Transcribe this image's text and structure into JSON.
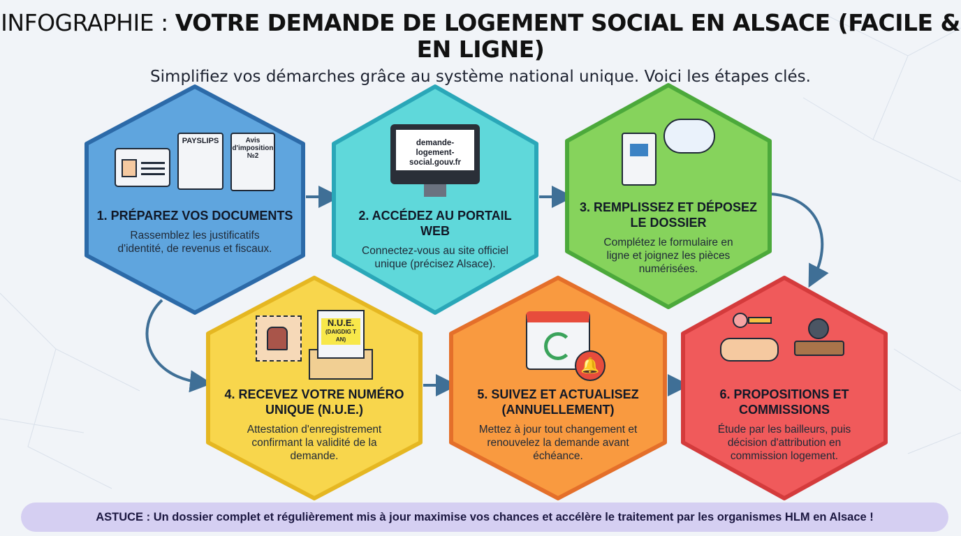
{
  "header": {
    "title_prefix": "INFOGRAPHIE : ",
    "title_bold": "VOTRE DEMANDE DE LOGEMENT SOCIAL EN ALSACE (FACILE & EN LIGNE)",
    "subtitle": "Simplifiez vos démarches grâce au système national unique. Voici les étapes clés."
  },
  "steps": [
    {
      "title": "1. PRÉPAREZ VOS DOCUMENTS",
      "desc": "Rassemblez les justificatifs d'identité, de revenus et fiscaux.",
      "fill": "#5fa5de",
      "stroke": "#2c6aa8",
      "icons": {
        "doc1": "PAYSLIPS",
        "doc2": "Avis d'imposition №2"
      }
    },
    {
      "title": "2. ACCÉDEZ AU PORTAIL WEB",
      "desc": "Connectez-vous au site officiel unique (précisez Alsace).",
      "fill": "#5fd8da",
      "stroke": "#2aa7b8",
      "icons": {
        "screen": "demande-logement-social.gouv.fr"
      }
    },
    {
      "title": "3. REMPLISSEZ ET DÉPOSEZ LE DOSSIER",
      "desc": "Complétez le formulaire en ligne et joignez les pièces numérisées.",
      "fill": "#86d35c",
      "stroke": "#4ca93b"
    },
    {
      "title": "4. RECEVEZ VOTRE NUMÉRO UNIQUE (N.U.E.)",
      "desc": "Attestation d'enregistrement confirmant la validité de la demande.",
      "fill": "#f8d64c",
      "stroke": "#e5b722",
      "icons": {
        "badge": "N.U.E.",
        "badge_sub": "(DAIGDIG T AN)"
      }
    },
    {
      "title": "5. SUIVEZ ET ACTUALISEZ (ANNUELLEMENT)",
      "desc": "Mettez à jour tout changement et renouvelez la demande avant échéance.",
      "fill": "#f99a40",
      "stroke": "#e46f2a"
    },
    {
      "title": "6. PROPOSITIONS ET COMMISSIONS",
      "desc": "Étude par les bailleurs, puis décision d'attribution en commission logement.",
      "fill": "#f05a5b",
      "stroke": "#d43b3c"
    }
  ],
  "tip": {
    "text": "ASTUCE : Un dossier complet et régulièrement mis à jour maximise vos chances et accélère le traitement par les organismes HLM en Alsace !"
  },
  "colors": {
    "arrow": "#3f6f96",
    "tip_bg": "#d5cff2"
  }
}
